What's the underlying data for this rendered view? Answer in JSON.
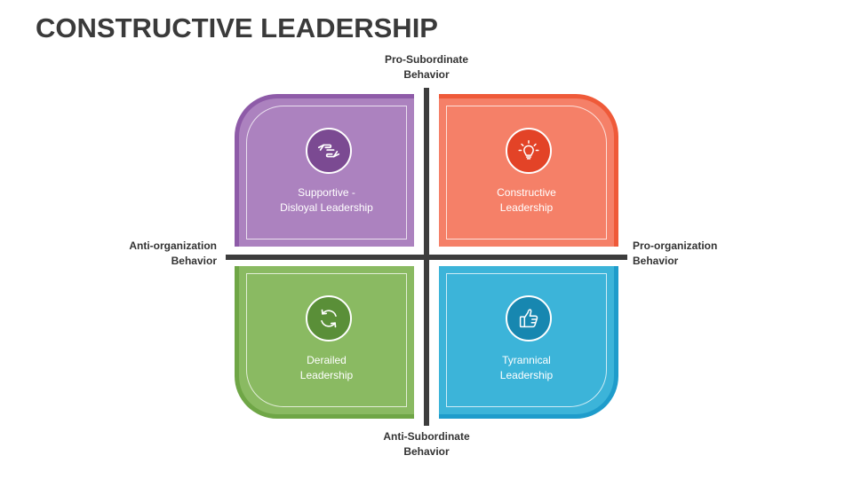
{
  "title": "CONSTRUCTIVE LEADERSHIP",
  "axes": {
    "top": [
      "Pro-Subordinate",
      "Behavior"
    ],
    "bottom": [
      "Anti-Subordinate",
      "Behavior"
    ],
    "left": [
      "Anti-organization",
      "Behavior"
    ],
    "right": [
      "Pro-organization",
      "Behavior"
    ]
  },
  "quadrants": [
    {
      "position": "top-left",
      "lines": [
        "Supportive -",
        "Disloyal Leadership"
      ],
      "icon": "handshake-icon",
      "color": "#ac82bf",
      "border": "#8e5ba8",
      "icon_bg": "#7b4a92"
    },
    {
      "position": "top-right",
      "lines": [
        "Constructive",
        "Leadership"
      ],
      "icon": "lightbulb-icon",
      "color": "#f58068",
      "border": "#ef5a39",
      "icon_bg": "#e34327"
    },
    {
      "position": "bottom-left",
      "lines": [
        "Derailed",
        "Leadership"
      ],
      "icon": "refresh-icon",
      "color": "#8aba62",
      "border": "#6fa646",
      "icon_bg": "#5a8f38"
    },
    {
      "position": "bottom-right",
      "lines": [
        "Tyrannical",
        "Leadership"
      ],
      "icon": "thumbs-up-icon",
      "color": "#3cb4d9",
      "border": "#1e9ccb",
      "icon_bg": "#1787b0"
    }
  ]
}
